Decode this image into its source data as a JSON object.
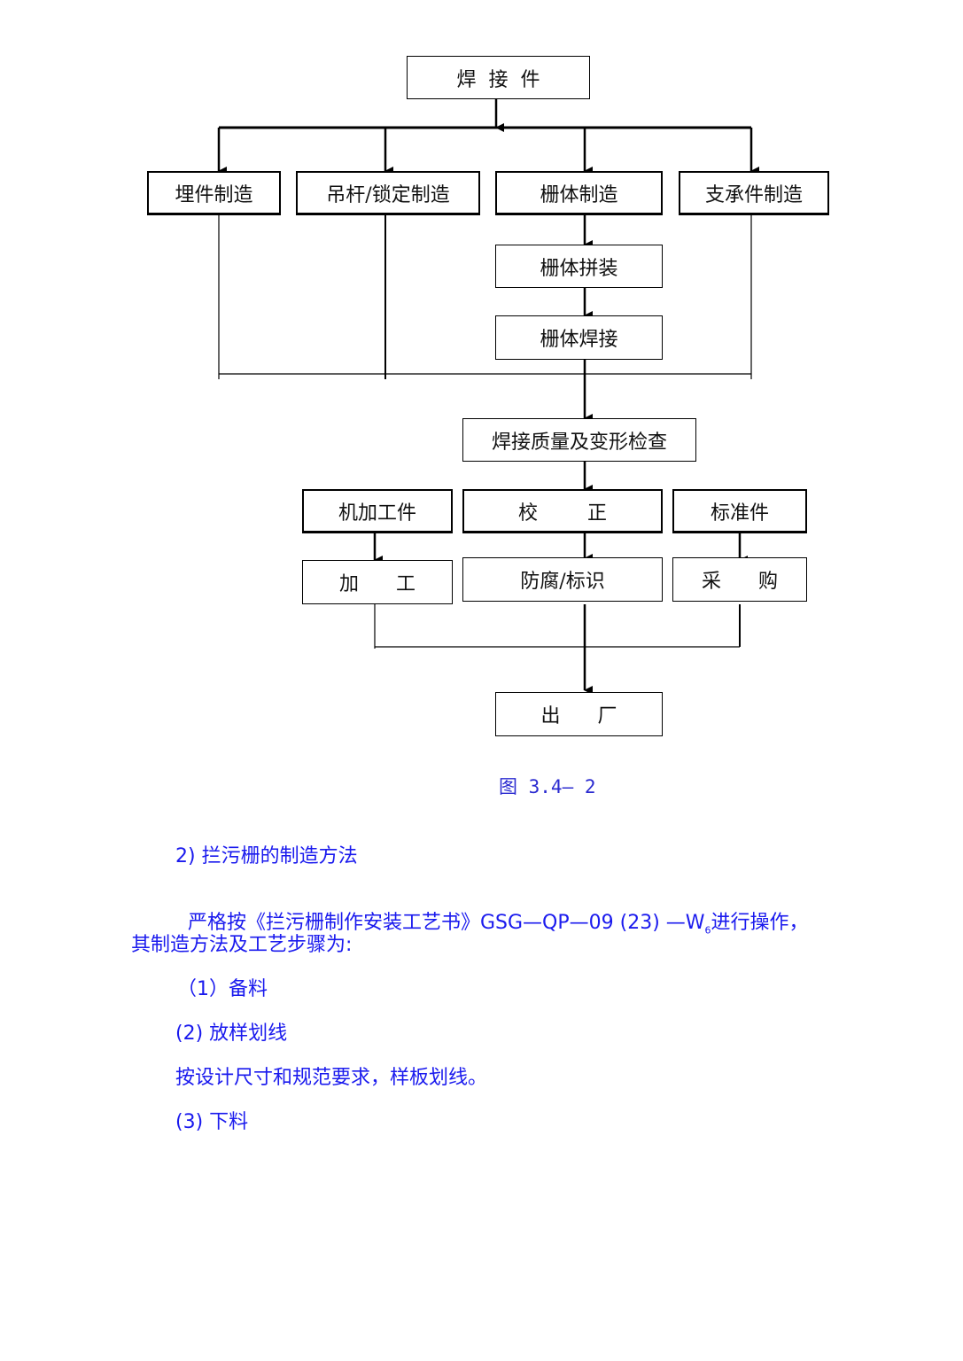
{
  "diagram": {
    "nodes": {
      "weld_parts": "焊  接  件",
      "embedded_parts": "埋件制造",
      "hanger_lock": "吊杆/锁定制造",
      "grid_body": "栅体制造",
      "support_parts": "支承件制造",
      "grid_assembly": "栅体拼装",
      "grid_welding": "栅体焊接",
      "weld_inspection": "焊接质量及变形检查",
      "machined_parts": "机加工件",
      "correction": "校        正",
      "standard_parts": "标准件",
      "machining": "加      工",
      "anticorrosion": "防腐/标识",
      "procurement": "采      购",
      "shipment": "出      厂"
    },
    "caption": "图 3.4— 2"
  },
  "text": {
    "heading": "2) 拦污栅的制造方法",
    "para1_a": "严格按《拦污栅制作安装工艺书》GSG—QP—09 (23) —W",
    "para1_sub": "6",
    "para1_b": "进行操作，",
    "para1_line2": "其制造方法及工艺步骤为:",
    "step1": "（1）备料",
    "step2": "(2) 放样划线",
    "step2_desc": "按设计尺寸和规范要求，样板划线。",
    "step3": "(3) 下料"
  }
}
